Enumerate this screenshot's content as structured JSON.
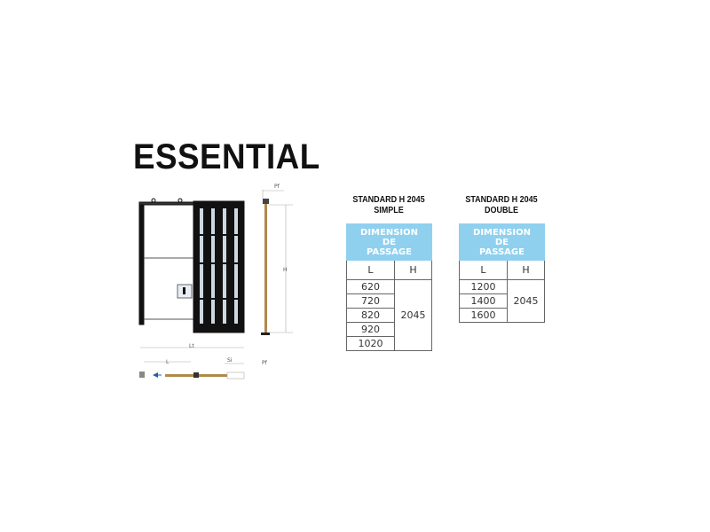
{
  "title": "ESSENTIAL",
  "diagram": {
    "labels": {
      "pf_top": "Pf",
      "h": "H",
      "lt": "Lt",
      "l": "L",
      "si": "Si",
      "pf_bottom": "Pf"
    }
  },
  "simple": {
    "caption_line1": "STANDARD H 2045",
    "caption_line2": "SIMPLE",
    "header": [
      "DIMENSION",
      "DE",
      "PASSAGE"
    ],
    "col_l": "L",
    "col_h": "H",
    "widths": [
      "620",
      "720",
      "820",
      "920",
      "1020"
    ],
    "height": "2045"
  },
  "double": {
    "caption_line1": "STANDARD H 2045",
    "caption_line2": "DOUBLE",
    "header": [
      "DIMENSION",
      "DE",
      "PASSAGE"
    ],
    "col_l": "L",
    "col_h": "H",
    "widths": [
      "1200",
      "1400",
      "1600"
    ],
    "height": "2045"
  },
  "colors": {
    "header_bg": "#8fd0ef",
    "wood": "#b08a4a",
    "arrow": "#1f5fa8"
  }
}
